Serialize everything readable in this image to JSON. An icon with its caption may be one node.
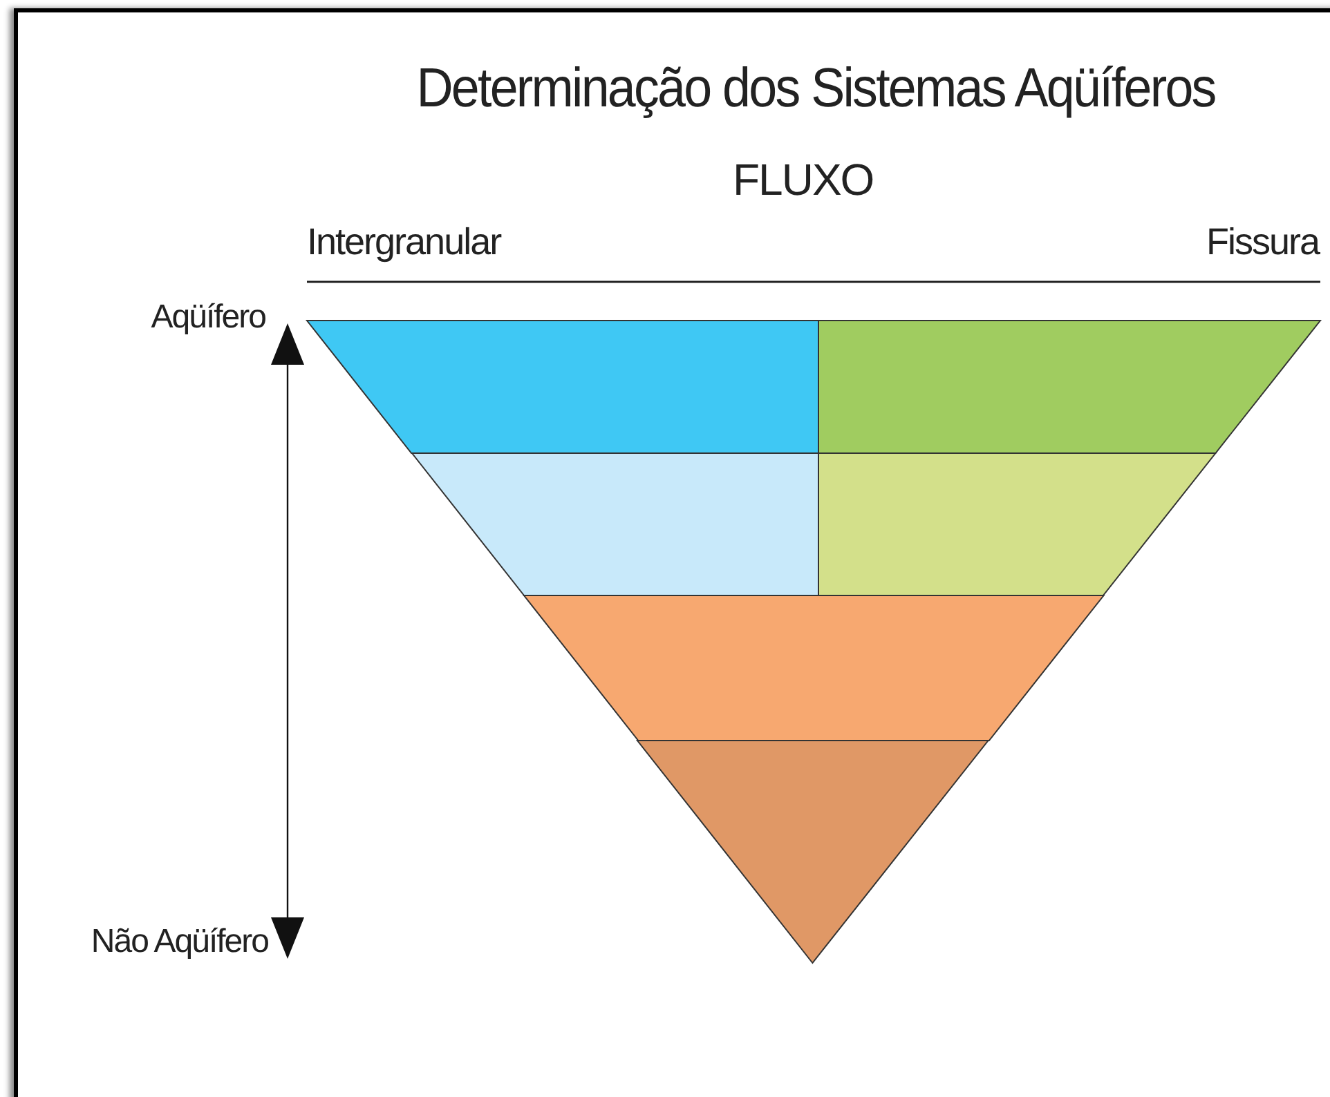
{
  "diagram": {
    "title": "Determinação dos Sistemas Aqüíferos",
    "nodes": [
      {
        "text": [],
        "shape": "trapezoid"
      },
      {
        "text": [],
        "shape": "trapezoid"
      },
      {
        "text": [],
        "shape": "trapezoid"
      },
      {
        "text": [],
        "shape": "trapezoid"
      },
      {
        "text": [],
        "shape": "trapezoid"
      },
      {
        "text": [],
        "shape": "triangle"
      }
    ],
    "edges": [],
    "labels": [
      "FLUXO",
      "Intergranular",
      "Fissura",
      "Aqüífero",
      "Não Aqüífero"
    ]
  }
}
